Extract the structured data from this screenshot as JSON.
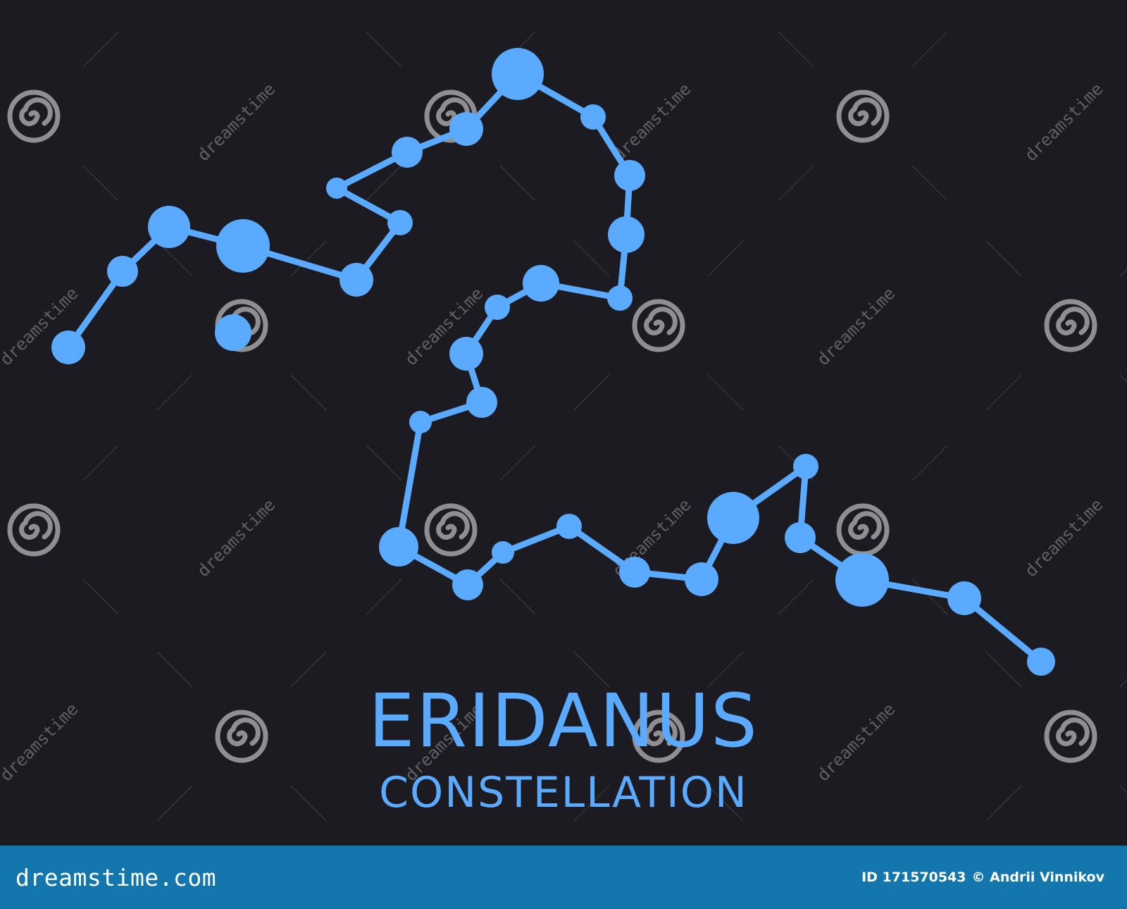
{
  "artwork": {
    "title": "ERIDANUS",
    "subtitle": "CONSTELLATION",
    "background_color": "#1c1b21",
    "star_color": "#5aabff"
  },
  "watermark": {
    "text": "dreamstime",
    "icon": "spiral-logo-icon"
  },
  "footer": {
    "brand": "dreamstime.com",
    "image_id": "ID 171570543",
    "copyright": "© Andrii Vinnikov",
    "background_color": "#1377ae"
  }
}
